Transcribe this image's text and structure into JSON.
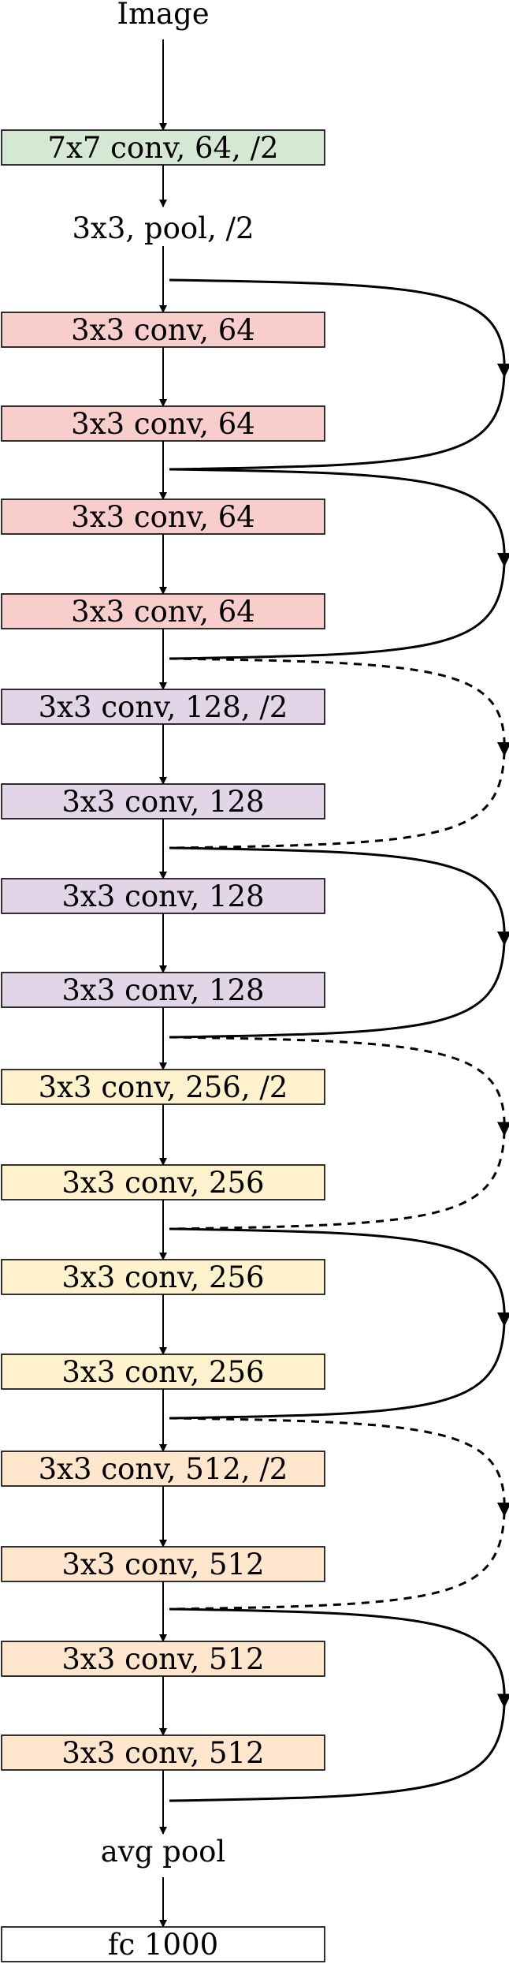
{
  "diagram": {
    "input_label": "Image",
    "pool_label": "3x3, pool, /2",
    "avgpool_label": "avg pool",
    "colors": {
      "stem": "#d5e8d4",
      "stage1": "#f8cecc",
      "stage2": "#e1d5e7",
      "stage3": "#fff2cc",
      "stage4": "#ffe6cc",
      "fc": "#ffffff",
      "stroke": "#000000"
    },
    "layers": [
      {
        "label": "7x7 conv, 64, /2",
        "stage": "stem"
      },
      {
        "label": "3x3 conv, 64",
        "stage": "stage1"
      },
      {
        "label": "3x3 conv, 64",
        "stage": "stage1"
      },
      {
        "label": "3x3 conv, 64",
        "stage": "stage1"
      },
      {
        "label": "3x3 conv, 64",
        "stage": "stage1"
      },
      {
        "label": "3x3 conv, 128, /2",
        "stage": "stage2"
      },
      {
        "label": "3x3 conv, 128",
        "stage": "stage2"
      },
      {
        "label": "3x3 conv, 128",
        "stage": "stage2"
      },
      {
        "label": "3x3 conv, 128",
        "stage": "stage2"
      },
      {
        "label": "3x3 conv, 256, /2",
        "stage": "stage3"
      },
      {
        "label": "3x3 conv, 256",
        "stage": "stage3"
      },
      {
        "label": "3x3 conv, 256",
        "stage": "stage3"
      },
      {
        "label": "3x3 conv, 256",
        "stage": "stage3"
      },
      {
        "label": "3x3 conv, 512, /2",
        "stage": "stage4"
      },
      {
        "label": "3x3 conv, 512",
        "stage": "stage4"
      },
      {
        "label": "3x3 conv, 512",
        "stage": "stage4"
      },
      {
        "label": "3x3 conv, 512",
        "stage": "stage4"
      },
      {
        "label": "fc 1000",
        "stage": "fc"
      }
    ],
    "skip_connections": [
      {
        "style": "solid"
      },
      {
        "style": "solid"
      },
      {
        "style": "dashed"
      },
      {
        "style": "solid"
      },
      {
        "style": "dashed"
      },
      {
        "style": "solid"
      },
      {
        "style": "dashed"
      },
      {
        "style": "solid"
      }
    ]
  }
}
